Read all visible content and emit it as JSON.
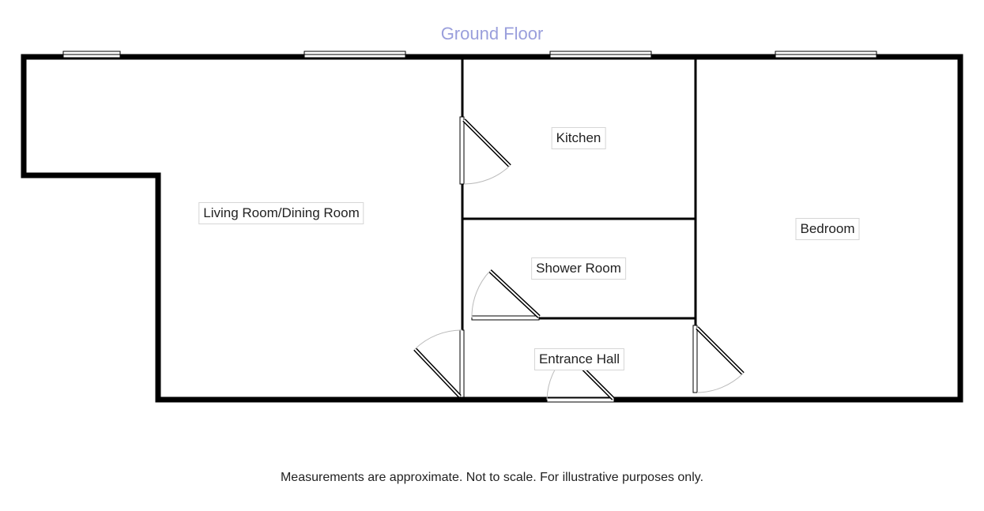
{
  "floor_title": "Ground Floor",
  "rooms": [
    {
      "name": "Living Room/Dining Room"
    },
    {
      "name": "Kitchen"
    },
    {
      "name": "Shower Room"
    },
    {
      "name": "Entrance Hall"
    },
    {
      "name": "Bedroom"
    }
  ],
  "disclaimer": "Measurements are approximate. Not to scale. For illustrative purposes only.",
  "colors": {
    "title": "#9a9fdc",
    "walls": "#000000",
    "door_arc": "#bbbbbb"
  },
  "icons": [
    "window-icon",
    "door-icon"
  ]
}
